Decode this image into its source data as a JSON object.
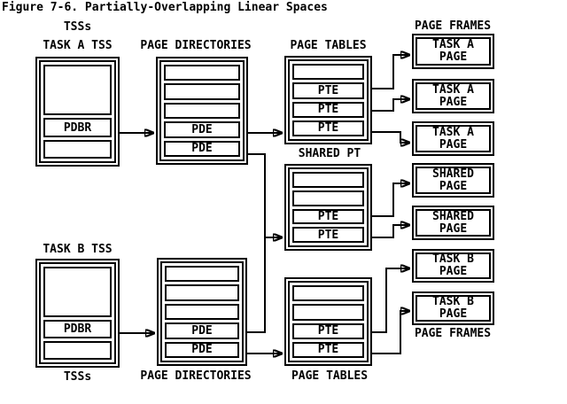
{
  "title": "Figure 7-6. Partially-Overlapping Linear Spaces",
  "colors": {
    "ink": "#000000",
    "paper": "#ffffff"
  },
  "column_labels": {
    "tsss_top": "TSSs",
    "tsss_bottom": "TSSs",
    "task_a_tss": "TASK A TSS",
    "task_b_tss": "TASK B TSS",
    "page_directories_top": "PAGE DIRECTORIES",
    "page_directories_bottom": "PAGE DIRECTORIES",
    "page_tables_top": "PAGE TABLES",
    "page_tables_bottom": "PAGE TABLES",
    "page_frames_top": "PAGE FRAMES",
    "page_frames_bottom": "PAGE FRAMES",
    "shared_pt": "SHARED PT"
  },
  "task_a_tss": {
    "cells": [
      "",
      "PDBR",
      ""
    ]
  },
  "task_b_tss": {
    "cells": [
      "",
      "PDBR",
      ""
    ]
  },
  "page_directory_a": {
    "rows": [
      "",
      "",
      "",
      "PDE",
      "PDE"
    ]
  },
  "page_directory_b": {
    "rows": [
      "",
      "",
      "",
      "PDE",
      "PDE"
    ]
  },
  "page_table_a": {
    "rows": [
      "",
      "PTE",
      "PTE",
      "PTE"
    ]
  },
  "shared_page_table": {
    "rows": [
      "",
      "",
      "PTE",
      "PTE"
    ]
  },
  "page_table_b": {
    "rows": [
      "",
      "",
      "PTE",
      "PTE"
    ]
  },
  "page_frames": [
    {
      "line1": "TASK A",
      "line2": "PAGE"
    },
    {
      "line1": "TASK A",
      "line2": "PAGE"
    },
    {
      "line1": "TASK A",
      "line2": "PAGE"
    },
    {
      "line1": "SHARED",
      "line2": "PAGE"
    },
    {
      "line1": "SHARED",
      "line2": "PAGE"
    },
    {
      "line1": "TASK B",
      "line2": "PAGE"
    },
    {
      "line1": "TASK B",
      "line2": "PAGE"
    }
  ]
}
